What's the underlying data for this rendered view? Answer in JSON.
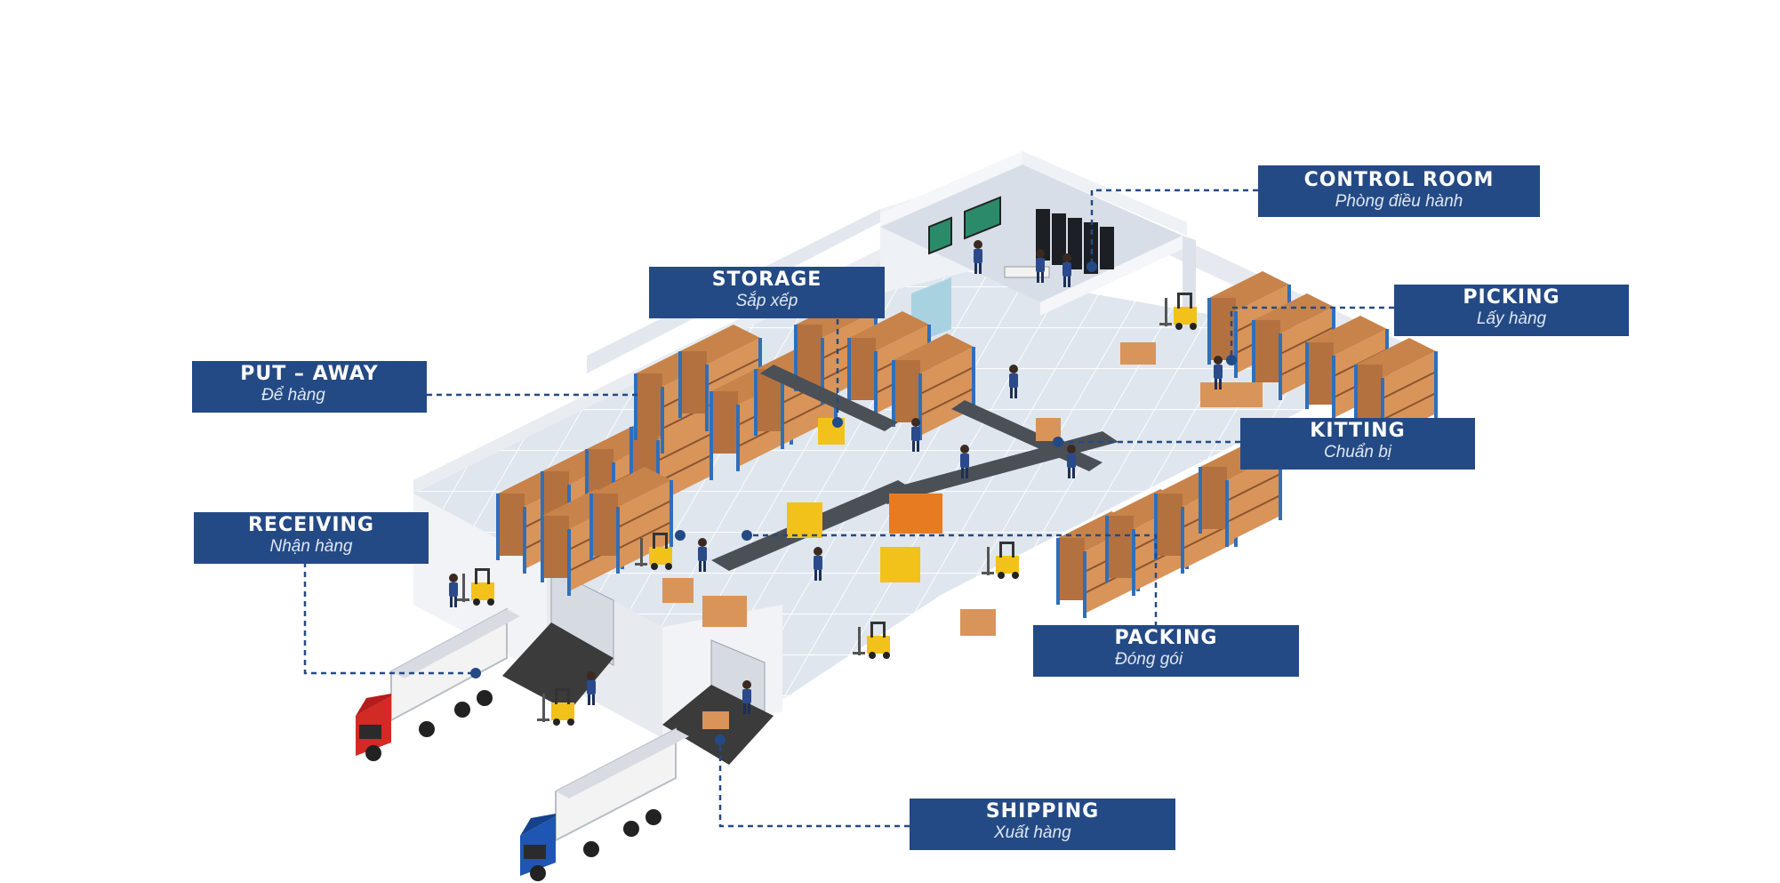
{
  "diagram": {
    "accent_color": "#244a85",
    "floor_color": "#dfe6ee",
    "rack_color": "#2f6fba",
    "box_color": "#d9945a",
    "labels": {
      "control_room": {
        "title": "CONTROL ROOM",
        "subtitle": "Phòng điều hành"
      },
      "storage": {
        "title": "STORAGE",
        "subtitle": "Sắp xếp"
      },
      "picking": {
        "title": "PICKING",
        "subtitle": "Lấy hàng"
      },
      "put_away": {
        "title": "PUT – AWAY",
        "subtitle": "Để hàng"
      },
      "kitting": {
        "title": "KITTING",
        "subtitle": "Chuẩn bị"
      },
      "receiving": {
        "title": "RECEIVING",
        "subtitle": "Nhận hàng"
      },
      "packing": {
        "title": "PACKING",
        "subtitle": "Đóng gói"
      },
      "shipping": {
        "title": "SHIPPING",
        "subtitle": "Xuất hàng"
      }
    }
  }
}
